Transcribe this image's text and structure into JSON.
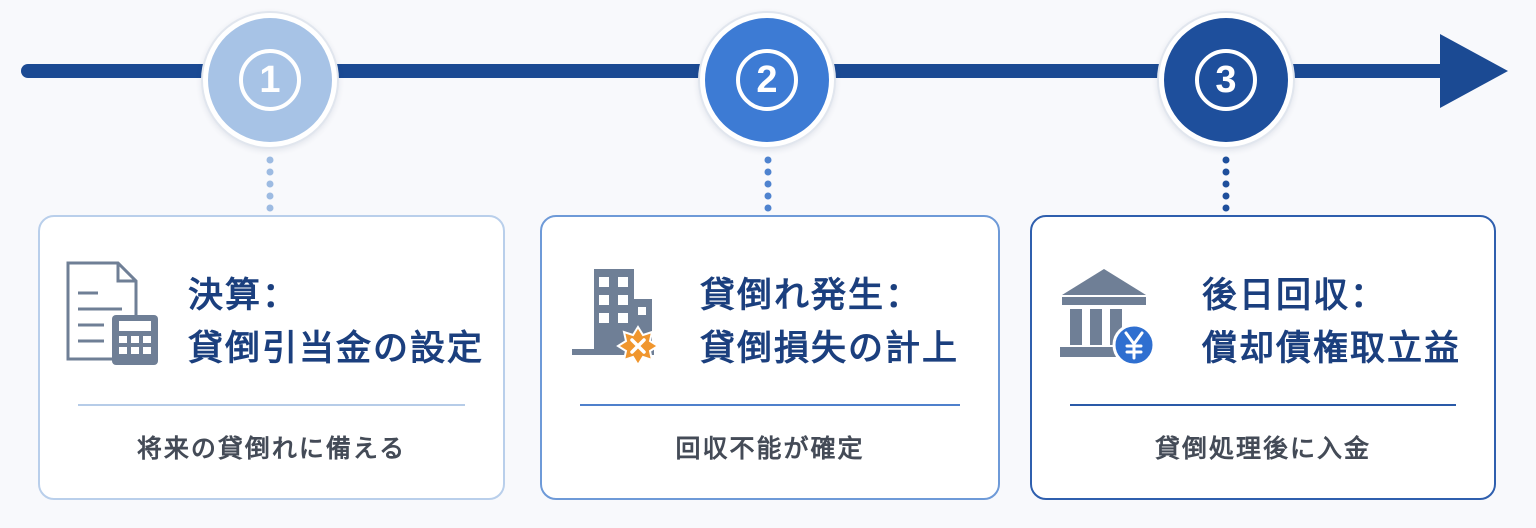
{
  "steps": [
    {
      "number": "1",
      "title_line1": "決算：",
      "title_line2": "貸倒引当金の設定",
      "description": "将来の貸倒れに備える",
      "icon": "document-calculator-icon",
      "color": "#a7c3e6"
    },
    {
      "number": "2",
      "title_line1": "貸倒れ発生：",
      "title_line2": "貸倒損失の計上",
      "description": "回収不能が確定",
      "icon": "building-alert-icon",
      "color": "#3d7bd4"
    },
    {
      "number": "3",
      "title_line1": "後日回収：",
      "title_line2": "償却債権取立益",
      "description": "貸倒処理後に入金",
      "icon": "bank-yen-icon",
      "color": "#1e4f9c"
    }
  ],
  "colors": {
    "timeline": "#1b4a93",
    "title_text": "#1b3f7e",
    "warning_badge": "#f0962e",
    "yen_badge": "#2f6fd0"
  }
}
